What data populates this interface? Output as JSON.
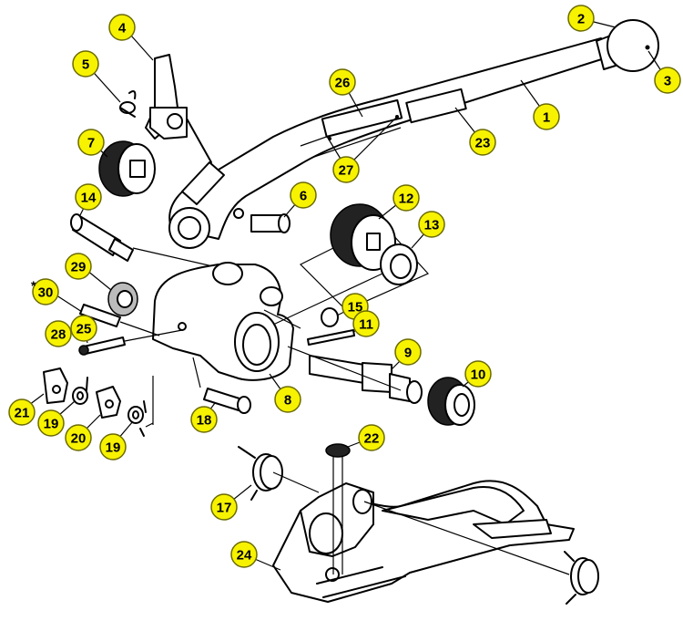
{
  "callouts": [
    {
      "label": "1"
    },
    {
      "label": "2"
    },
    {
      "label": "3"
    },
    {
      "label": "4"
    },
    {
      "label": "5"
    },
    {
      "label": "7"
    },
    {
      "label": "6"
    },
    {
      "label": "26"
    },
    {
      "label": "27"
    },
    {
      "label": "23"
    },
    {
      "label": "12"
    },
    {
      "label": "13"
    },
    {
      "label": "14"
    },
    {
      "label": "29"
    },
    {
      "label": "30"
    },
    {
      "label": "15"
    },
    {
      "label": "11"
    },
    {
      "label": "28"
    },
    {
      "label": "25"
    },
    {
      "label": "9"
    },
    {
      "label": "10"
    },
    {
      "label": "8"
    },
    {
      "label": "21"
    },
    {
      "label": "19"
    },
    {
      "label": "20"
    },
    {
      "label": "19"
    },
    {
      "label": "18"
    },
    {
      "label": "22"
    },
    {
      "label": "17"
    },
    {
      "label": "24"
    }
  ],
  "asterisk": "*",
  "colors": {
    "callout_fill": "#f7f200",
    "line": "#000000",
    "background": "#ffffff"
  }
}
